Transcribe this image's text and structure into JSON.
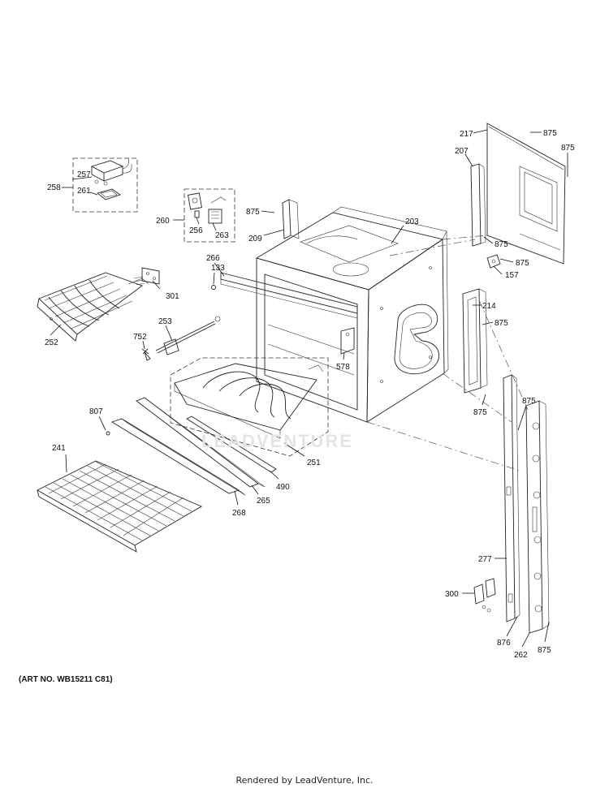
{
  "diagram": {
    "watermark": "LEADVENTURE",
    "art_number": "(ART NO. WB15211 C81)",
    "footer": "Rendered by LeadVenture, Inc.",
    "callouts": {
      "c217": "217",
      "c875a": "875",
      "c875b": "875",
      "c207": "207",
      "c203": "203",
      "c875c": "875",
      "c875d": "875",
      "c157": "157",
      "c209": "209",
      "c875e": "875",
      "c214": "214",
      "c875f": "875",
      "c875g": "875",
      "c875h": "875",
      "c257": "257",
      "c258": "258",
      "c261": "261",
      "c260": "260",
      "c256": "256",
      "c263": "263",
      "c266": "266",
      "c133": "133",
      "c301": "301",
      "c252": "252",
      "c253": "253",
      "c752": "752",
      "c578": "578",
      "c807": "807",
      "c241": "241",
      "c251": "251",
      "c490": "490",
      "c265": "265",
      "c268": "268",
      "c277": "277",
      "c300": "300",
      "c876": "876",
      "c262": "262",
      "c875i": "875"
    }
  }
}
